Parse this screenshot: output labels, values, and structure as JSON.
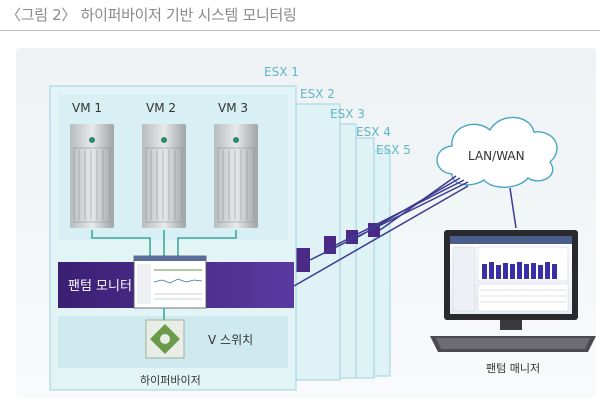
{
  "caption": "〈그림 2〉 하이퍼바이저 기반 시스템 모니터링",
  "esx_labels": [
    "ESX 1",
    "ESX 2",
    "ESX 3",
    "ESX 4",
    "ESX 5"
  ],
  "vm_labels": [
    "VM 1",
    "VM 2",
    "VM 3"
  ],
  "monitor_label": "팬텀 모니터",
  "vswitch_label": "V 스위치",
  "hypervisor_label": "하이퍼바이저",
  "cloud_label": "LAN/WAN",
  "manager_label": "팬텀 매니저",
  "colors": {
    "esx_panel": "#dff2f5",
    "esx_border": "#9fd3dc",
    "band": "#4a2a86",
    "cable": "#3d3a8f",
    "vm_link": "#3aa89a"
  }
}
